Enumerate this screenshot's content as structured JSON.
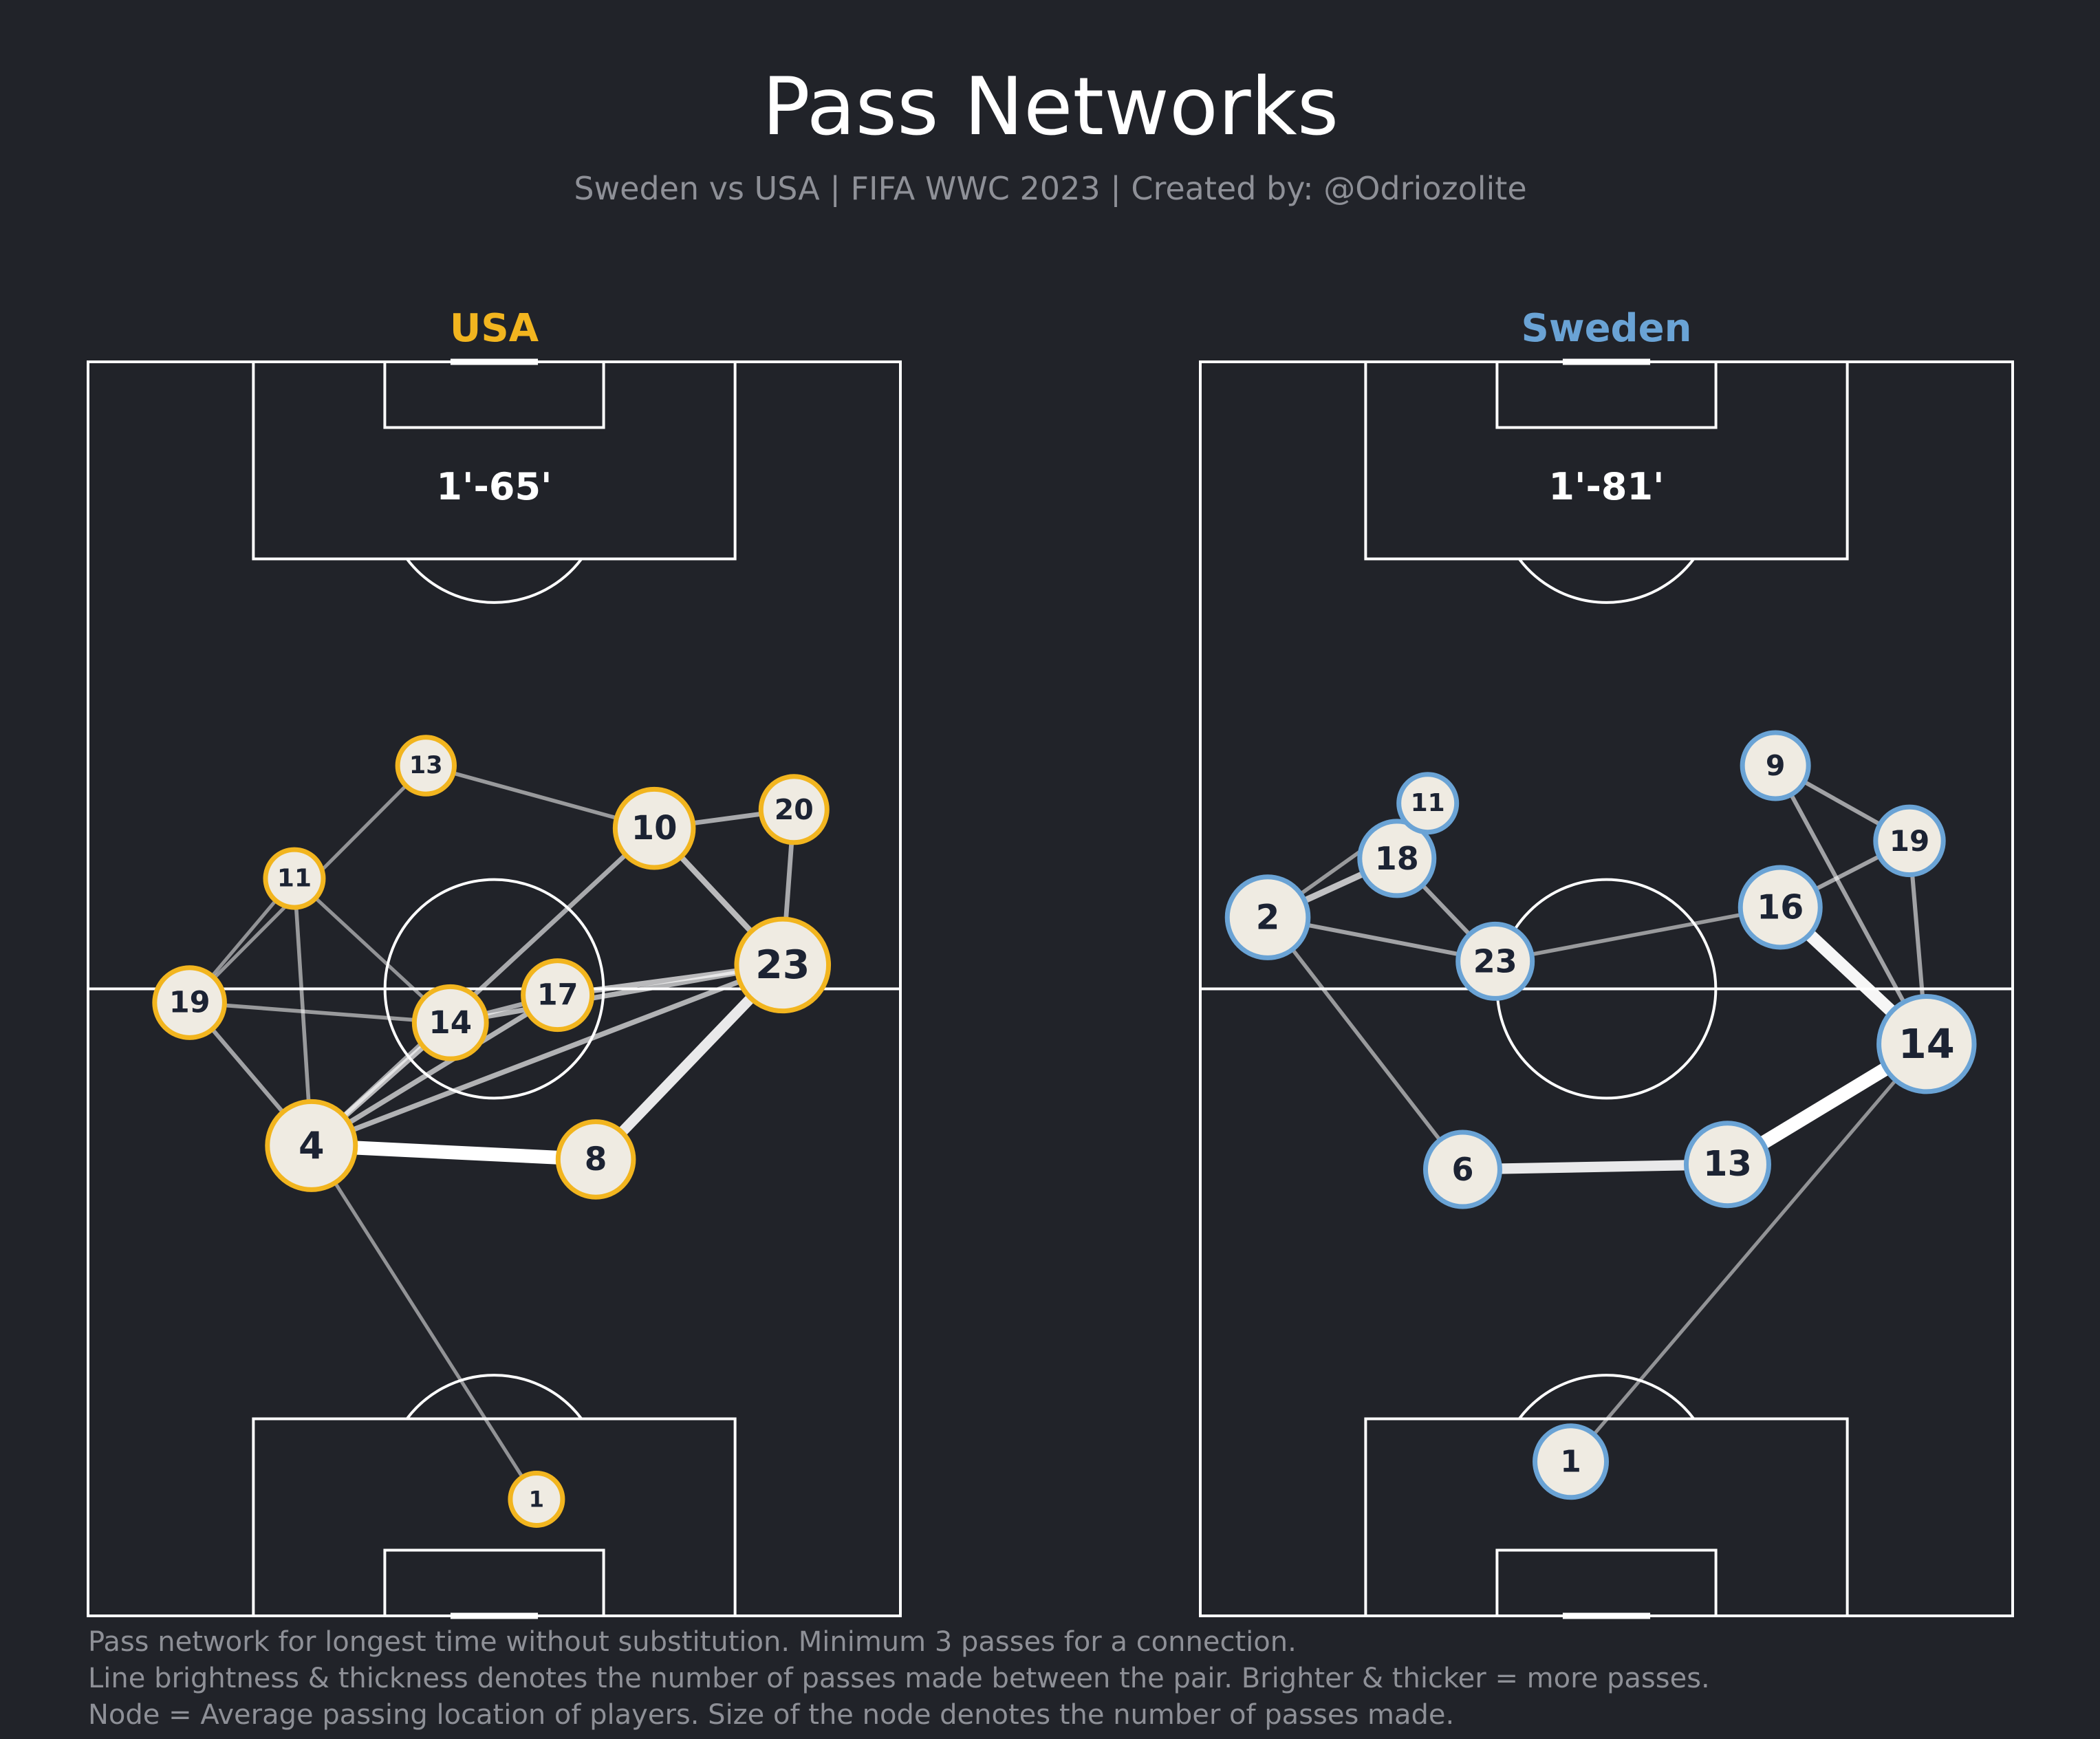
{
  "header": {
    "title": "Pass Networks",
    "subtitle": "Sweden vs USA | FIFA WWC 2023 | Created by: @Odriozolite"
  },
  "footnotes": [
    "Pass network for longest time without substitution. Minimum 3 passes for a connection.",
    "Line brightness & thickness denotes the number of passes made between the pair. Brighter & thicker = more passes.",
    "Node = Average passing location of players. Size of the node denotes the number of passes made."
  ],
  "colors": {
    "background": "#212329",
    "usa": "#f2b51f",
    "sweden": "#6aa3d5",
    "node_fill": "#efebe2",
    "node_text": "#1c2333"
  },
  "chart_data": [
    {
      "type": "network",
      "team": "USA",
      "period": "1'-65'",
      "color": "#f2b51f",
      "x_range": [
        0,
        100
      ],
      "y_range": [
        0,
        100
      ],
      "nodes": [
        {
          "id": "1",
          "x": 55.2,
          "y": 9.3,
          "size": 0.2
        },
        {
          "id": "4",
          "x": 27.5,
          "y": 37.5,
          "size": 0.85
        },
        {
          "id": "8",
          "x": 62.5,
          "y": 36.4,
          "size": 0.62
        },
        {
          "id": "14",
          "x": 44.6,
          "y": 47.3,
          "size": 0.56
        },
        {
          "id": "17",
          "x": 57.8,
          "y": 49.5,
          "size": 0.5
        },
        {
          "id": "19",
          "x": 12.5,
          "y": 48.9,
          "size": 0.52
        },
        {
          "id": "23",
          "x": 85.5,
          "y": 51.9,
          "size": 0.92
        },
        {
          "id": "11",
          "x": 25.4,
          "y": 58.8,
          "size": 0.3
        },
        {
          "id": "10",
          "x": 69.7,
          "y": 62.8,
          "size": 0.67
        },
        {
          "id": "20",
          "x": 86.9,
          "y": 64.3,
          "size": 0.45
        },
        {
          "id": "13",
          "x": 41.6,
          "y": 67.8,
          "size": 0.28
        }
      ],
      "edges": [
        {
          "from": "4",
          "to": "8",
          "weight": 1.0
        },
        {
          "from": "8",
          "to": "23",
          "weight": 0.85
        },
        {
          "from": "4",
          "to": "14",
          "weight": 0.55
        },
        {
          "from": "4",
          "to": "17",
          "weight": 0.5
        },
        {
          "from": "4",
          "to": "10",
          "weight": 0.45
        },
        {
          "from": "4",
          "to": "23",
          "weight": 0.5
        },
        {
          "from": "4",
          "to": "19",
          "weight": 0.4
        },
        {
          "from": "4",
          "to": "11",
          "weight": 0.35
        },
        {
          "from": "4",
          "to": "1",
          "weight": 0.3
        },
        {
          "from": "10",
          "to": "23",
          "weight": 0.55
        },
        {
          "from": "10",
          "to": "20",
          "weight": 0.45
        },
        {
          "from": "20",
          "to": "23",
          "weight": 0.45
        },
        {
          "from": "13",
          "to": "10",
          "weight": 0.35
        },
        {
          "from": "13",
          "to": "19",
          "weight": 0.3
        },
        {
          "from": "19",
          "to": "11",
          "weight": 0.3
        },
        {
          "from": "19",
          "to": "14",
          "weight": 0.35
        },
        {
          "from": "11",
          "to": "14",
          "weight": 0.3
        },
        {
          "from": "14",
          "to": "17",
          "weight": 0.45
        },
        {
          "from": "17",
          "to": "23",
          "weight": 0.55
        },
        {
          "from": "14",
          "to": "23",
          "weight": 0.5
        }
      ]
    },
    {
      "type": "network",
      "team": "Sweden",
      "period": "1'-81'",
      "color": "#6aa3d5",
      "x_range": [
        0,
        100
      ],
      "y_range": [
        0,
        100
      ],
      "nodes": [
        {
          "id": "1",
          "x": 45.6,
          "y": 12.3,
          "size": 0.55
        },
        {
          "id": "6",
          "x": 32.3,
          "y": 35.6,
          "size": 0.6
        },
        {
          "id": "13",
          "x": 64.9,
          "y": 36.0,
          "size": 0.75
        },
        {
          "id": "14",
          "x": 89.4,
          "y": 45.6,
          "size": 0.98
        },
        {
          "id": "23",
          "x": 36.3,
          "y": 52.2,
          "size": 0.6
        },
        {
          "id": "2",
          "x": 8.3,
          "y": 55.7,
          "size": 0.72
        },
        {
          "id": "16",
          "x": 71.4,
          "y": 56.5,
          "size": 0.7
        },
        {
          "id": "18",
          "x": 24.2,
          "y": 60.4,
          "size": 0.6
        },
        {
          "id": "19",
          "x": 87.3,
          "y": 61.8,
          "size": 0.48
        },
        {
          "id": "11",
          "x": 28.0,
          "y": 64.8,
          "size": 0.3
        },
        {
          "id": "9",
          "x": 70.8,
          "y": 67.8,
          "size": 0.45
        }
      ],
      "edges": [
        {
          "from": "6",
          "to": "13",
          "weight": 0.85
        },
        {
          "from": "13",
          "to": "14",
          "weight": 1.0
        },
        {
          "from": "16",
          "to": "14",
          "weight": 0.95
        },
        {
          "from": "1",
          "to": "14",
          "weight": 0.3
        },
        {
          "from": "2",
          "to": "18",
          "weight": 0.6
        },
        {
          "from": "2",
          "to": "11",
          "weight": 0.35
        },
        {
          "from": "2",
          "to": "23",
          "weight": 0.4
        },
        {
          "from": "2",
          "to": "6",
          "weight": 0.35
        },
        {
          "from": "18",
          "to": "23",
          "weight": 0.4
        },
        {
          "from": "23",
          "to": "16",
          "weight": 0.35
        },
        {
          "from": "16",
          "to": "19",
          "weight": 0.4
        },
        {
          "from": "9",
          "to": "19",
          "weight": 0.4
        },
        {
          "from": "9",
          "to": "14",
          "weight": 0.4
        },
        {
          "from": "19",
          "to": "14",
          "weight": 0.4
        }
      ]
    }
  ]
}
